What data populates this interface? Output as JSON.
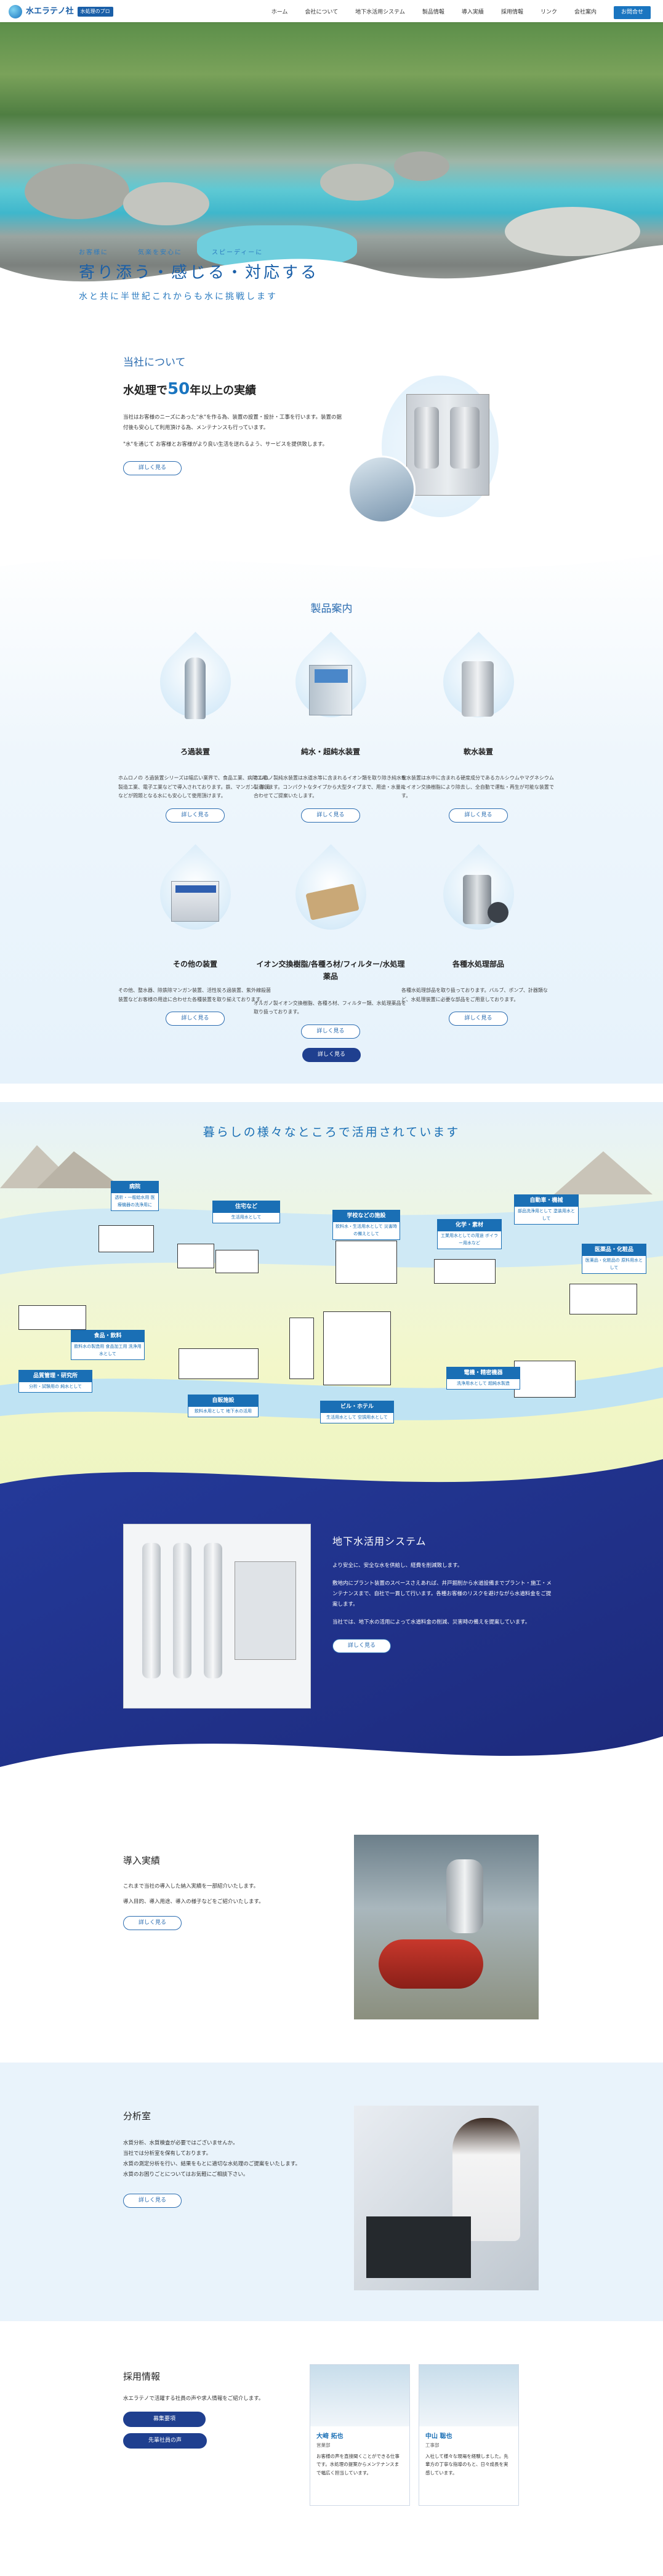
{
  "header": {
    "logo_text": "水エラテノ社",
    "logo_badge": "水処理のプロ",
    "nav": [
      "ホーム",
      "会社について",
      "地下水活用システム",
      "製品情報",
      "導入実績",
      "採用情報",
      "リンク",
      "会社案内"
    ],
    "contact": "お問合せ"
  },
  "hero": {
    "sub": [
      "お客様に",
      "気楽を安心に",
      "スピーディーに"
    ],
    "main": "寄り添う・感じる・対応する",
    "foot": "水と共に半世紀これからも水に挑戦します"
  },
  "about": {
    "label": "当社について",
    "title_pre": "水処理で",
    "title_num": "50",
    "title_post": "年以上の実績",
    "p1": "当社はお客様のニーズにあった\"水\"を作る為、装置の設置・設計・工事を行います。装置の据付後も安心して利用頂ける為、メンテナンスも行っています。",
    "p2": "\"水\"を通じて お客様とお客様がより良い生活を送れるよう、サービスを提供致します。",
    "btn": "詳しく見る"
  },
  "products": {
    "label": "製品案内",
    "items": [
      {
        "title": "ろ過装置",
        "desc": "ホムロノの ろ過装置シリーズは幅広い業界で、食品工業、病院工場、製造工業、電子工業などで導入されております。鉄、マンガン、除濁などが問題となる水にも安心して使用頂けます。",
        "btn": "詳しく見る"
      },
      {
        "title": "純水・超純水装置",
        "desc": "ホムロノ製純水装置は水道水等に含まれるイオン類を取り除き純水を製造します。コンパクトなタイプから大型タイプまで、用途・水量に合わせてご提案いたします。",
        "btn": "詳しく見る"
      },
      {
        "title": "軟水装置",
        "desc": "軟水装置は水中に含まれる硬度成分であるカルシウムやマグネシウムをイオン交換樹脂により除去し、全自動で運転・再生が可能な装置です。",
        "btn": "詳しく見る"
      },
      {
        "title": "その他の装置",
        "desc": "その他、整水器、除鉄除マンガン装置、活性炭ろ過装置、紫外線殺菌装置などお客様の用途に合わせた各種装置を取り揃えております。",
        "btn": "詳しく見る"
      },
      {
        "title": "イオン交換樹脂/各種ろ材/フィルター/水処理薬品",
        "desc": "オルガノ製イオン交換樹脂、各種ろ材、フィルター類、水処理薬品を取り扱っております。",
        "btn": "詳しく見る"
      },
      {
        "title": "各種水処理部品",
        "desc": "各種水処理部品を取り扱っております。バルブ、ポンプ、計器類など、水処理装置に必要な部品をご用意しております。",
        "btn": "詳しく見る"
      }
    ],
    "all_btn": "詳しく見る"
  },
  "map": {
    "title": "暮らしの様々なところで活用されています",
    "tags": [
      {
        "h": "病院",
        "b": "透析・一般給水用 医療機器の洗浄用に"
      },
      {
        "h": "住宅など",
        "b": "生活用水として"
      },
      {
        "h": "学校などの施設",
        "b": "飲料水・生活用水として 災害時の備えとして"
      },
      {
        "h": "化学・素材",
        "b": "工業用水としての用途 ボイラー用水など"
      },
      {
        "h": "自動車・機械",
        "b": "部品洗浄用として 塗装用水として"
      },
      {
        "h": "医薬品・化粧品",
        "b": "医薬品・化粧品の 原料用水として"
      },
      {
        "h": "食品・飲料",
        "b": "飲料水の製造用 食品加工用 洗浄用水として"
      },
      {
        "h": "品質管理・研究所",
        "b": "分析・試験用の 純水として"
      },
      {
        "h": "自販施設",
        "b": "飲料水用として 地下水の活用"
      },
      {
        "h": "ビル・ホテル",
        "b": "生活用水として 空調用水として"
      },
      {
        "h": "電機・精密機器",
        "b": "洗浄用水として 超純水製造"
      }
    ]
  },
  "groundwater": {
    "title": "地下水活用システム",
    "p1": "より安全に、安全な水を供給し、経費を削減致します。",
    "p2": "敷地内にプラント装置のスペースさえあれば、井戸掘削から水道設備までプラント・施工・メンテナンスまで、自社で一貫して行います。各種お客様のリスクを避けながら水道料金をご提案します。",
    "p3": "当社では、地下水の活用によって水道料金の削減、災害時の備えを提案しています。",
    "btn": "詳しく見る"
  },
  "results": {
    "title": "導入実績",
    "p1": "これまで当社の導入した納入実績を一部紹介いたします。",
    "p2": "導入目的、導入用途、導入の様子などをご紹介いたします。",
    "btn": "詳しく見る"
  },
  "lab": {
    "title": "分析室",
    "p1": "水質分析、水質検査が必要ではございませんか。",
    "p2": "当社では分析室を保有しております。",
    "p3": "水質の測定分析を行い、結果をもとに適切な水処理のご提案をいたします。",
    "p4": "水質のお困りごとについてはお気軽にご相談下さい。",
    "btn": "詳しく見る"
  },
  "recruit": {
    "title": "採用情報",
    "text": "水エラテノで活躍する社員の声や求人情報をご紹介します。",
    "btn1": "募集要項",
    "btn2": "先輩社員の声",
    "staff": [
      {
        "name": "大﨑 拓也",
        "role": "営業部",
        "text": "お客様の声を直接聞くことができる仕事です。水処理の提案からメンテナンスまで幅広く担当しています。"
      },
      {
        "name": "中山 聡也",
        "role": "工事部",
        "text": "入社して様々な現場を経験しました。先輩方の丁寧な指導のもと、日々成長を実感しています。"
      }
    ]
  }
}
